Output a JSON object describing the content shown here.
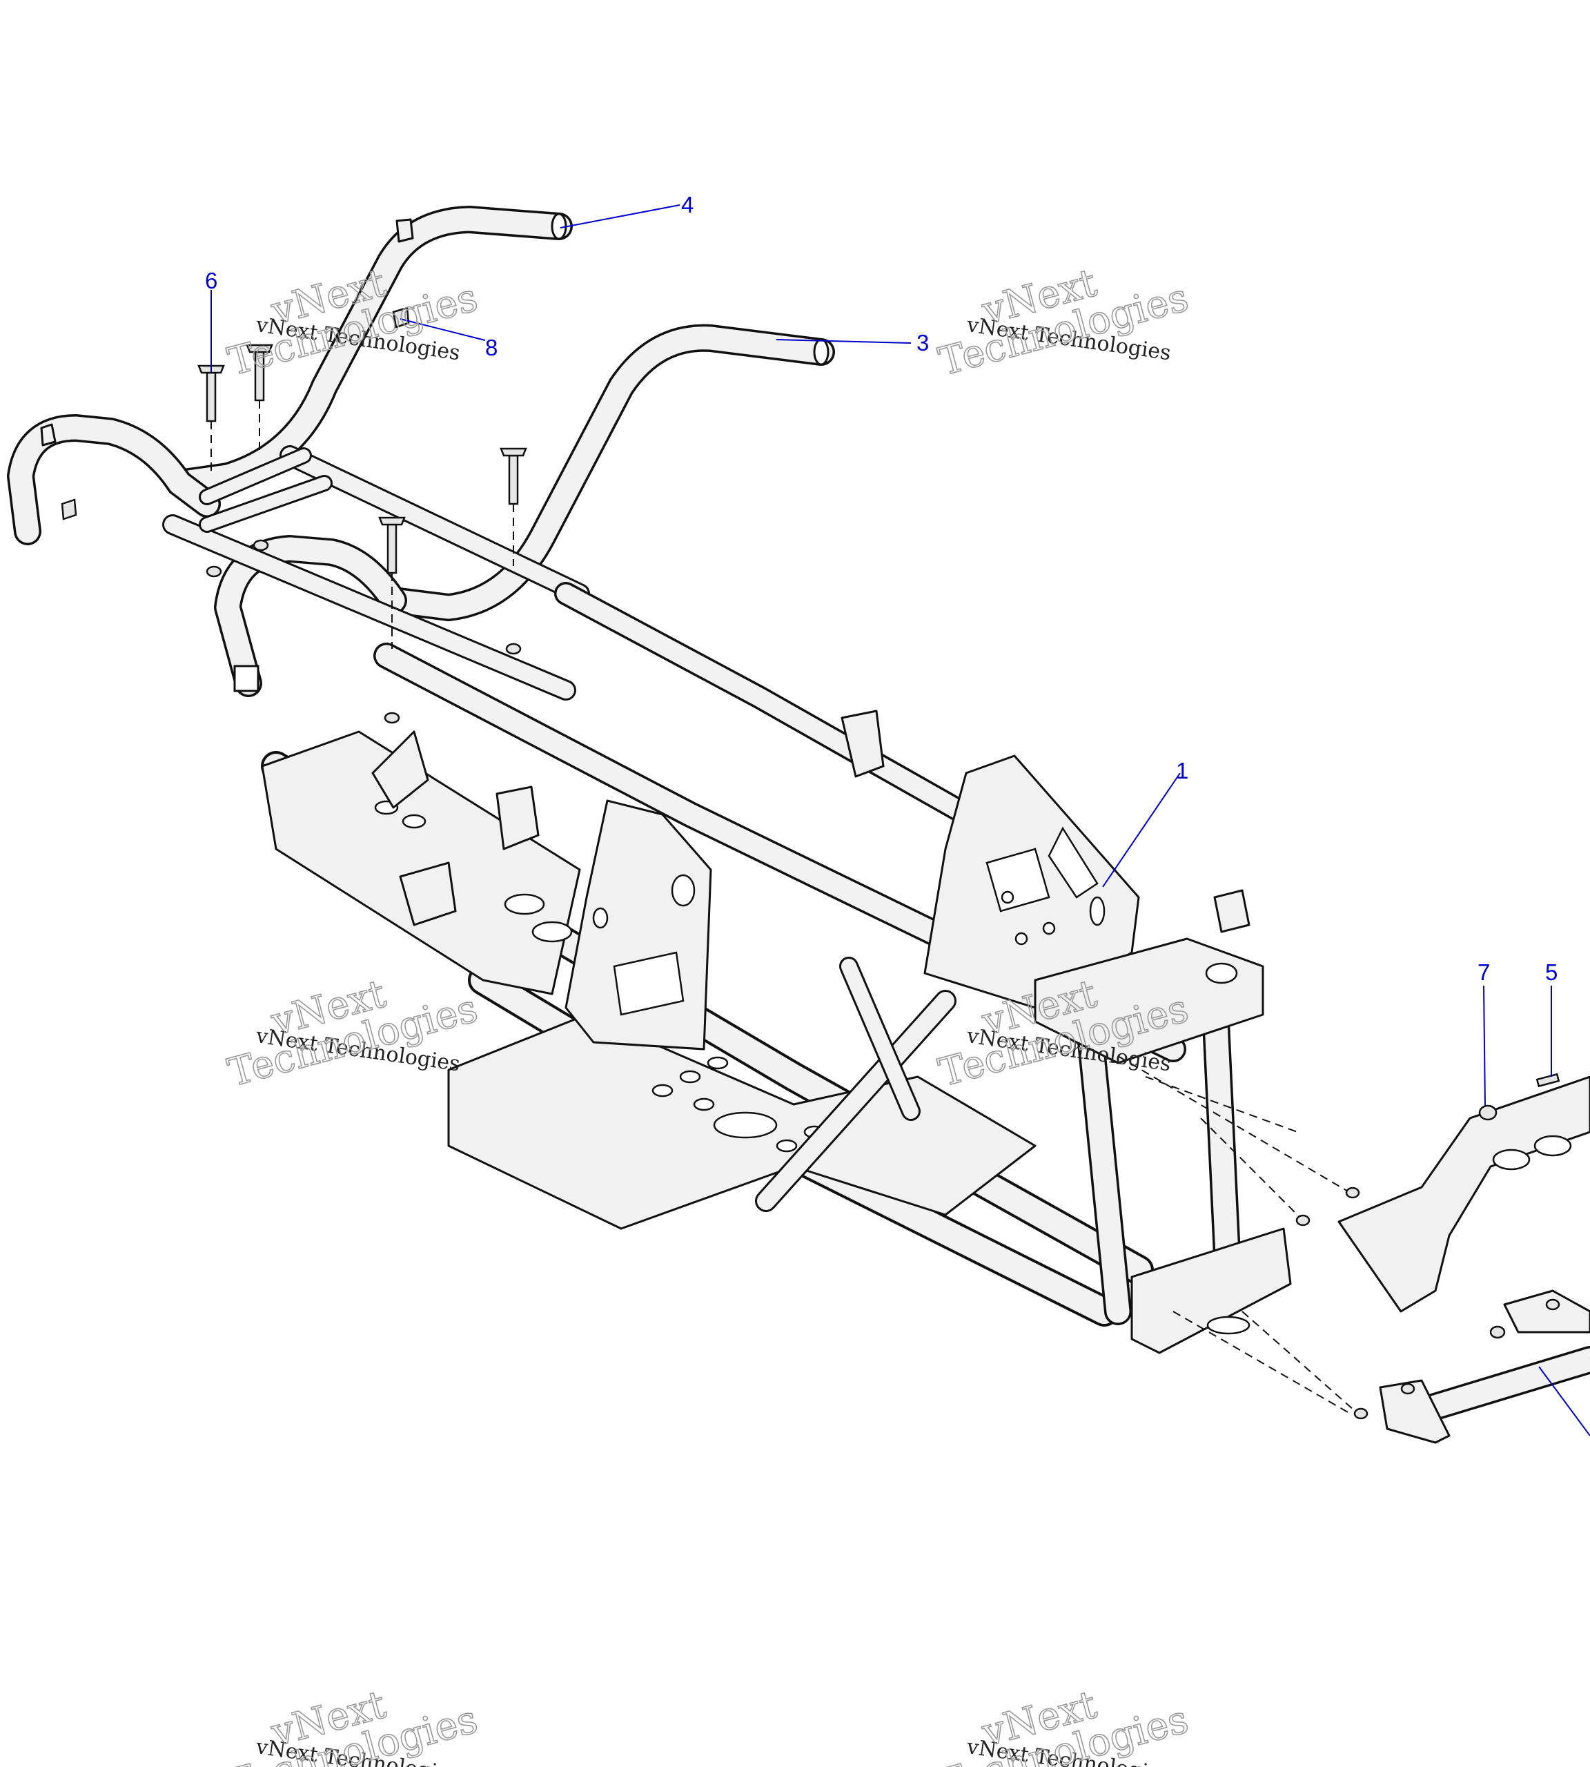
{
  "diagram": {
    "accent_color": "#0000cc",
    "line_color": "#111111",
    "callouts": [
      {
        "id": "callout-1",
        "label": "1"
      },
      {
        "id": "callout-3",
        "label": "3"
      },
      {
        "id": "callout-4",
        "label": "4"
      },
      {
        "id": "callout-5",
        "label": "5"
      },
      {
        "id": "callout-6",
        "label": "6"
      },
      {
        "id": "callout-7",
        "label": "7"
      },
      {
        "id": "callout-8",
        "label": "8"
      }
    ],
    "watermark": {
      "small": "vNext Technologies",
      "big_line1": "vNext",
      "big_line2": "Technologies"
    }
  }
}
